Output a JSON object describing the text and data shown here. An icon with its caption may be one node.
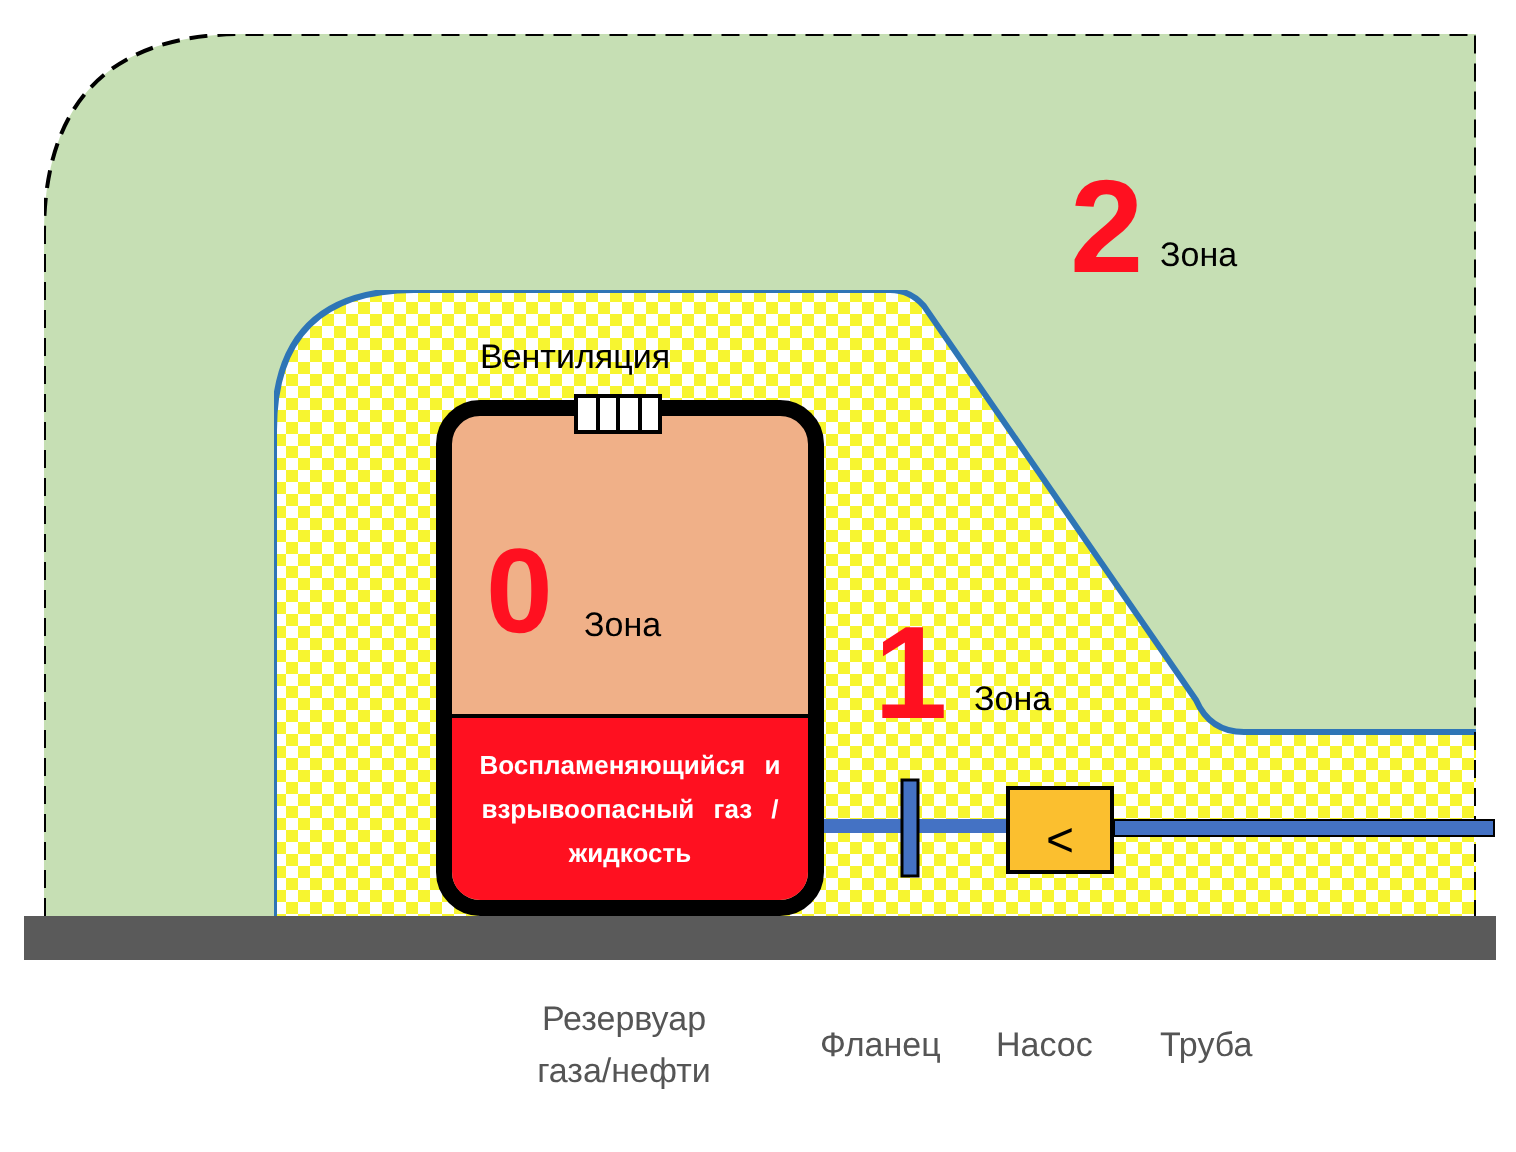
{
  "diagram": {
    "nodes": [
      {
        "text": [
          "2",
          "Зона"
        ]
      },
      {
        "text": [
          "1",
          "Зона"
        ],
        "in": 0
      },
      {
        "text": [
          "0",
          "Зона"
        ],
        "in": 1
      },
      {
        "text": [
          "Воспламеняющийся и взрывоопасный газ / жидкость"
        ],
        "in": 2
      },
      {
        "text": [
          "<"
        ],
        "in": 1
      }
    ],
    "edges": [
      {
        "from": 2,
        "to": 4,
        "arrow": "none",
        "color": "#4472c4"
      }
    ],
    "labels": [
      "Вентиляция",
      "Резервуар газа/нефти",
      "Фланец",
      "Насос",
      "Труба"
    ]
  }
}
